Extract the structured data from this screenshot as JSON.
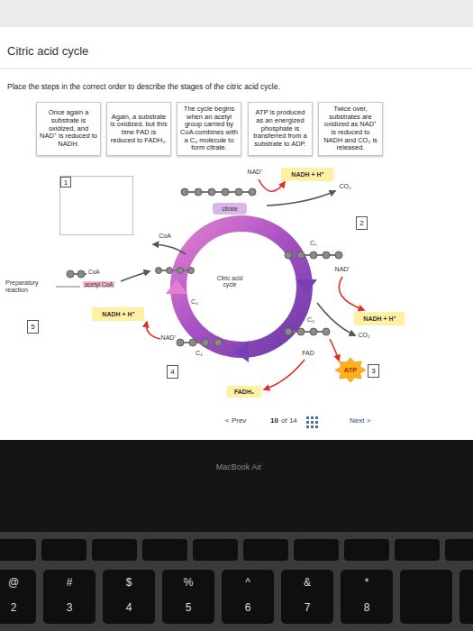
{
  "diagram": {
    "title": "Citric acid cycle",
    "nodes": [
      {
        "text": [
          "Once again a substrate is oxidized, and NAD⁺ is reduced to NADH."
        ]
      },
      {
        "text": [
          "Again, a substrate is oxidized, but this time FAD is reduced to FADH₂."
        ]
      },
      {
        "text": [
          "The cycle begins when an acetyl group carried by CoA combines with a C₄ molecule to form citrate."
        ]
      },
      {
        "text": [
          "ATP is produced as an energized phosphate is transferred from a substrate to ADP."
        ]
      },
      {
        "text": [
          "Twice over, substrates are oxidized as NAD⁺ is reduced to NADH and CO₂ is released."
        ]
      },
      {
        "text": [
          "1"
        ]
      },
      {
        "text": [
          "NADH + H⁺"
        ]
      },
      {
        "text": [
          "citrate"
        ]
      },
      {
        "text": [
          "2"
        ]
      },
      {
        "text": [
          "NADH + H⁺"
        ]
      },
      {
        "text": [
          "5"
        ]
      },
      {
        "text": [
          "NADH + H⁺"
        ]
      },
      {
        "text": [
          "ATP"
        ]
      },
      {
        "text": [
          "3"
        ]
      },
      {
        "text": [
          "4"
        ]
      },
      {
        "text": [
          "FADH₂"
        ]
      }
    ],
    "labels": [
      "Place the steps in the correct order to describe the stages of the citric acid cycle.",
      "NAD⁺",
      "CO₂",
      "CoA",
      "C₅",
      "NAD⁺",
      "Preparatory reaction",
      "CoA",
      "acetyl CoA",
      "Citric acid cycle",
      "C₄",
      "C₄",
      "CO₂",
      "NAD⁺",
      "C₄",
      "FAD",
      "< Prev",
      "10",
      "of 14",
      "Next >",
      "MacBook Air",
      "@",
      "2",
      "#",
      "3",
      "$",
      "4",
      "%",
      "5",
      "^",
      "6",
      "&",
      "7",
      "*",
      "8"
    ]
  }
}
